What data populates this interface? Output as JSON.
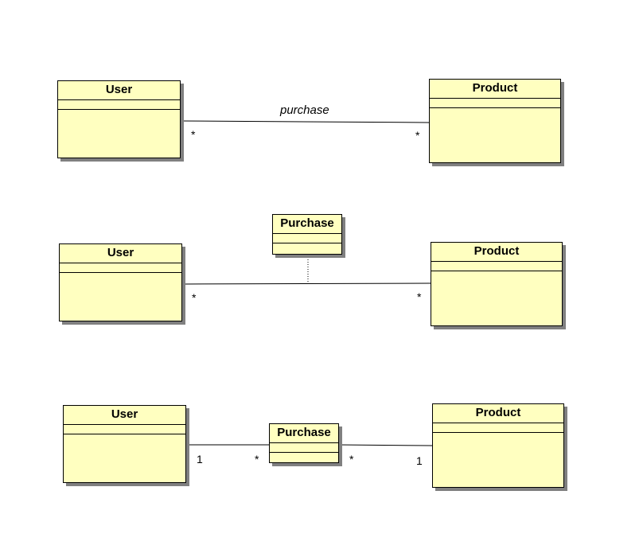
{
  "diagrams": [
    {
      "user": {
        "name": "User"
      },
      "product": {
        "name": "Product"
      },
      "association": {
        "name": "purchase",
        "user_mult": "*",
        "product_mult": "*"
      }
    },
    {
      "user": {
        "name": "User"
      },
      "product": {
        "name": "Product"
      },
      "association_class": {
        "name": "Purchase"
      },
      "association": {
        "user_mult": "*",
        "product_mult": "*"
      }
    },
    {
      "user": {
        "name": "User"
      },
      "product": {
        "name": "Product"
      },
      "middle": {
        "name": "Purchase"
      },
      "links": {
        "user_side_user_mult": "1",
        "user_side_purchase_mult": "*",
        "product_side_purchase_mult": "*",
        "product_side_product_mult": "1"
      }
    }
  ]
}
